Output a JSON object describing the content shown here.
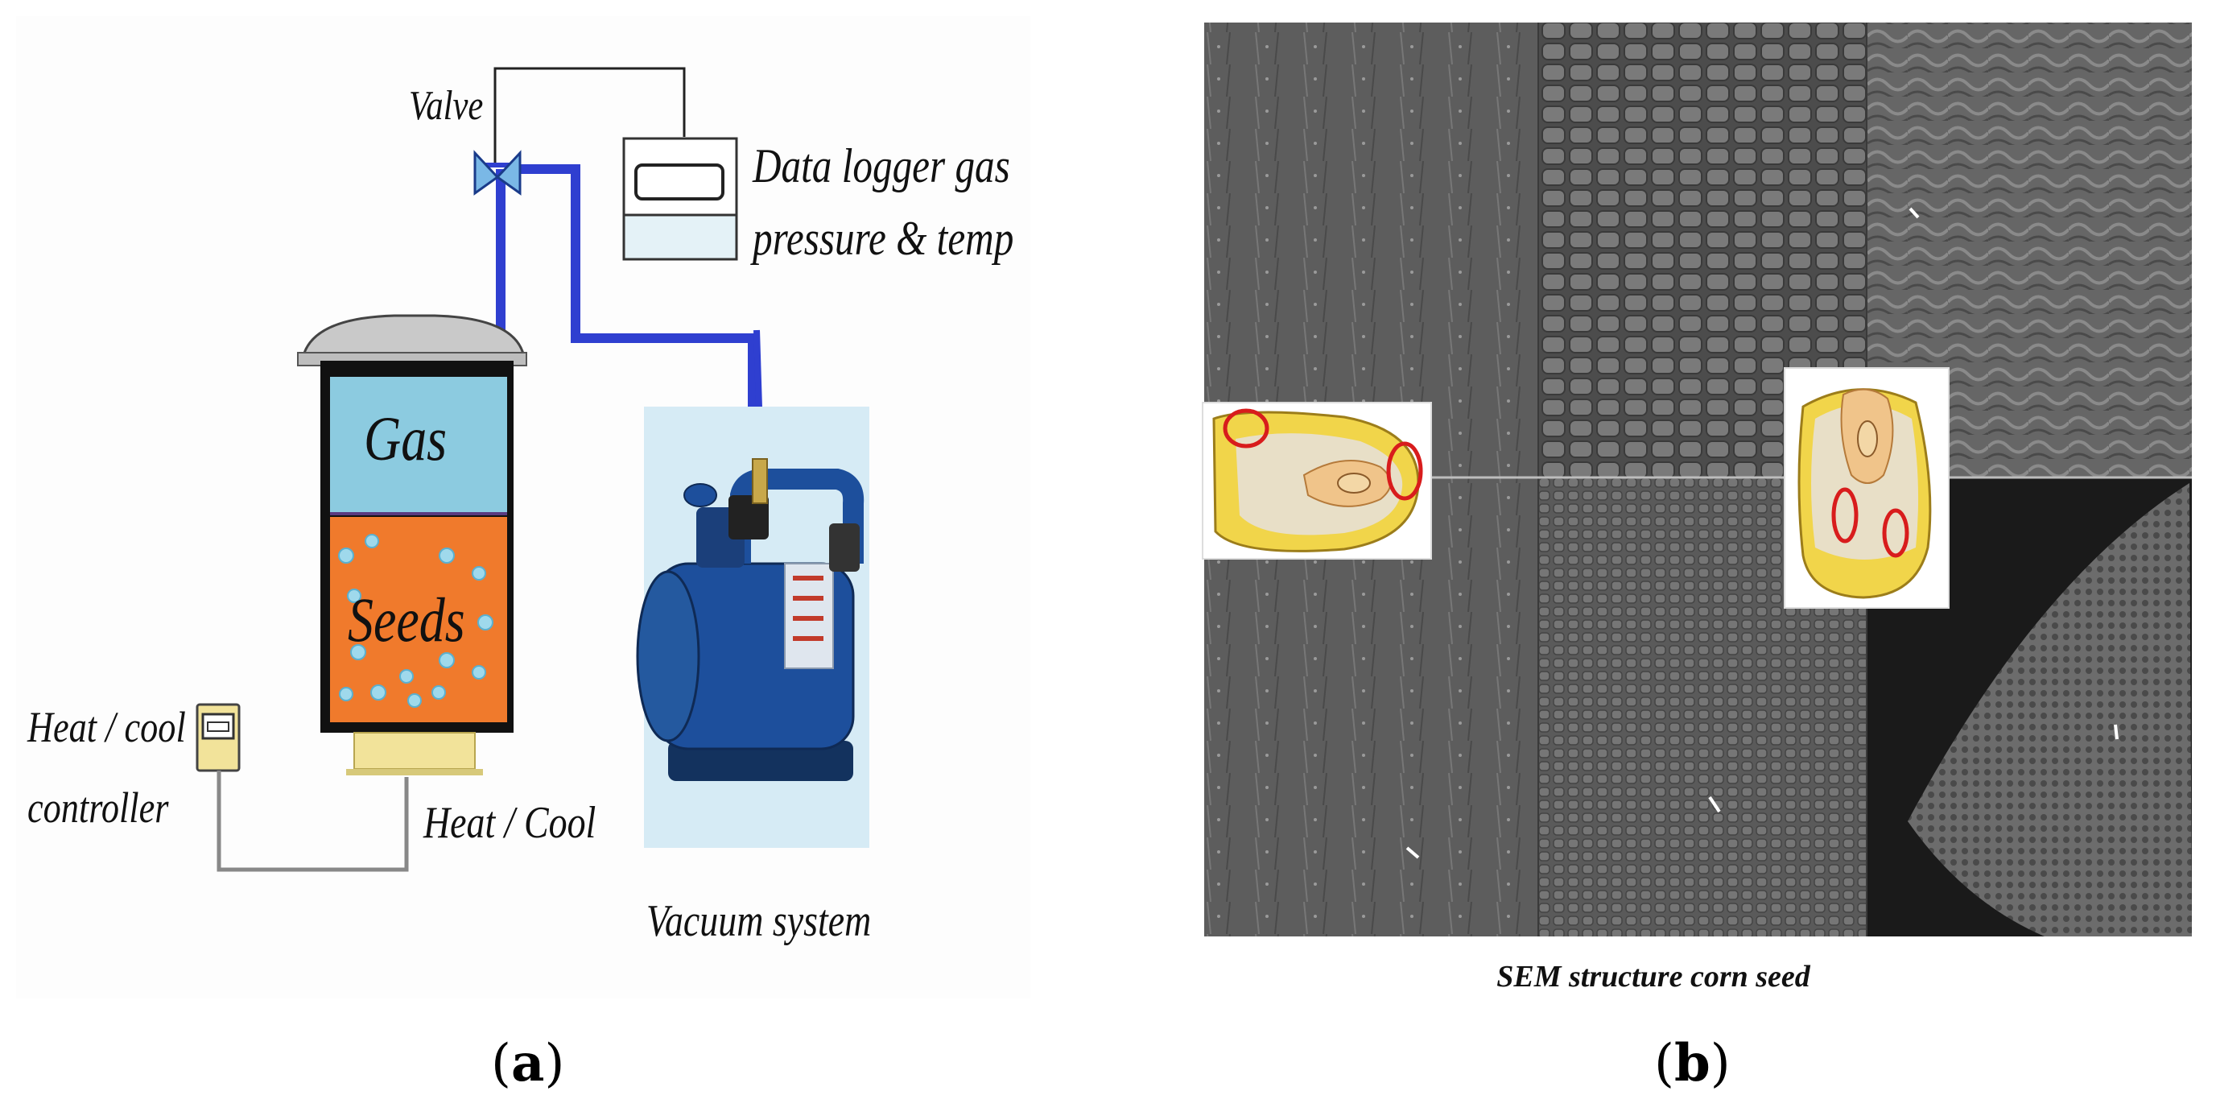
{
  "panel_a": {
    "valve_label": "Valve",
    "logger_label_line1": "Data logger gas",
    "logger_label_line2": "pressure & temp",
    "gas_label": "Gas",
    "seeds_label": "Seeds",
    "controller_label_line1": "Heat / cool",
    "controller_label_line2": "controller",
    "heatcool_label": "Heat / Cool",
    "vacuum_label": "Vacuum system",
    "letter_open": "(",
    "letter": "a",
    "letter_close": ")"
  },
  "panel_b": {
    "caption": "SEM structure corn seed",
    "letter_open": "(",
    "letter": "b",
    "letter_close": ")"
  },
  "colors": {
    "gas_fill": "#8ccbe0",
    "seeds_fill": "#f07a2c",
    "pipe_blue": "#2f3fd0",
    "pump_blue": "#1d4f9c",
    "heater_yellow": "#f2e39a",
    "sem_gray": "#6e6e6e"
  }
}
